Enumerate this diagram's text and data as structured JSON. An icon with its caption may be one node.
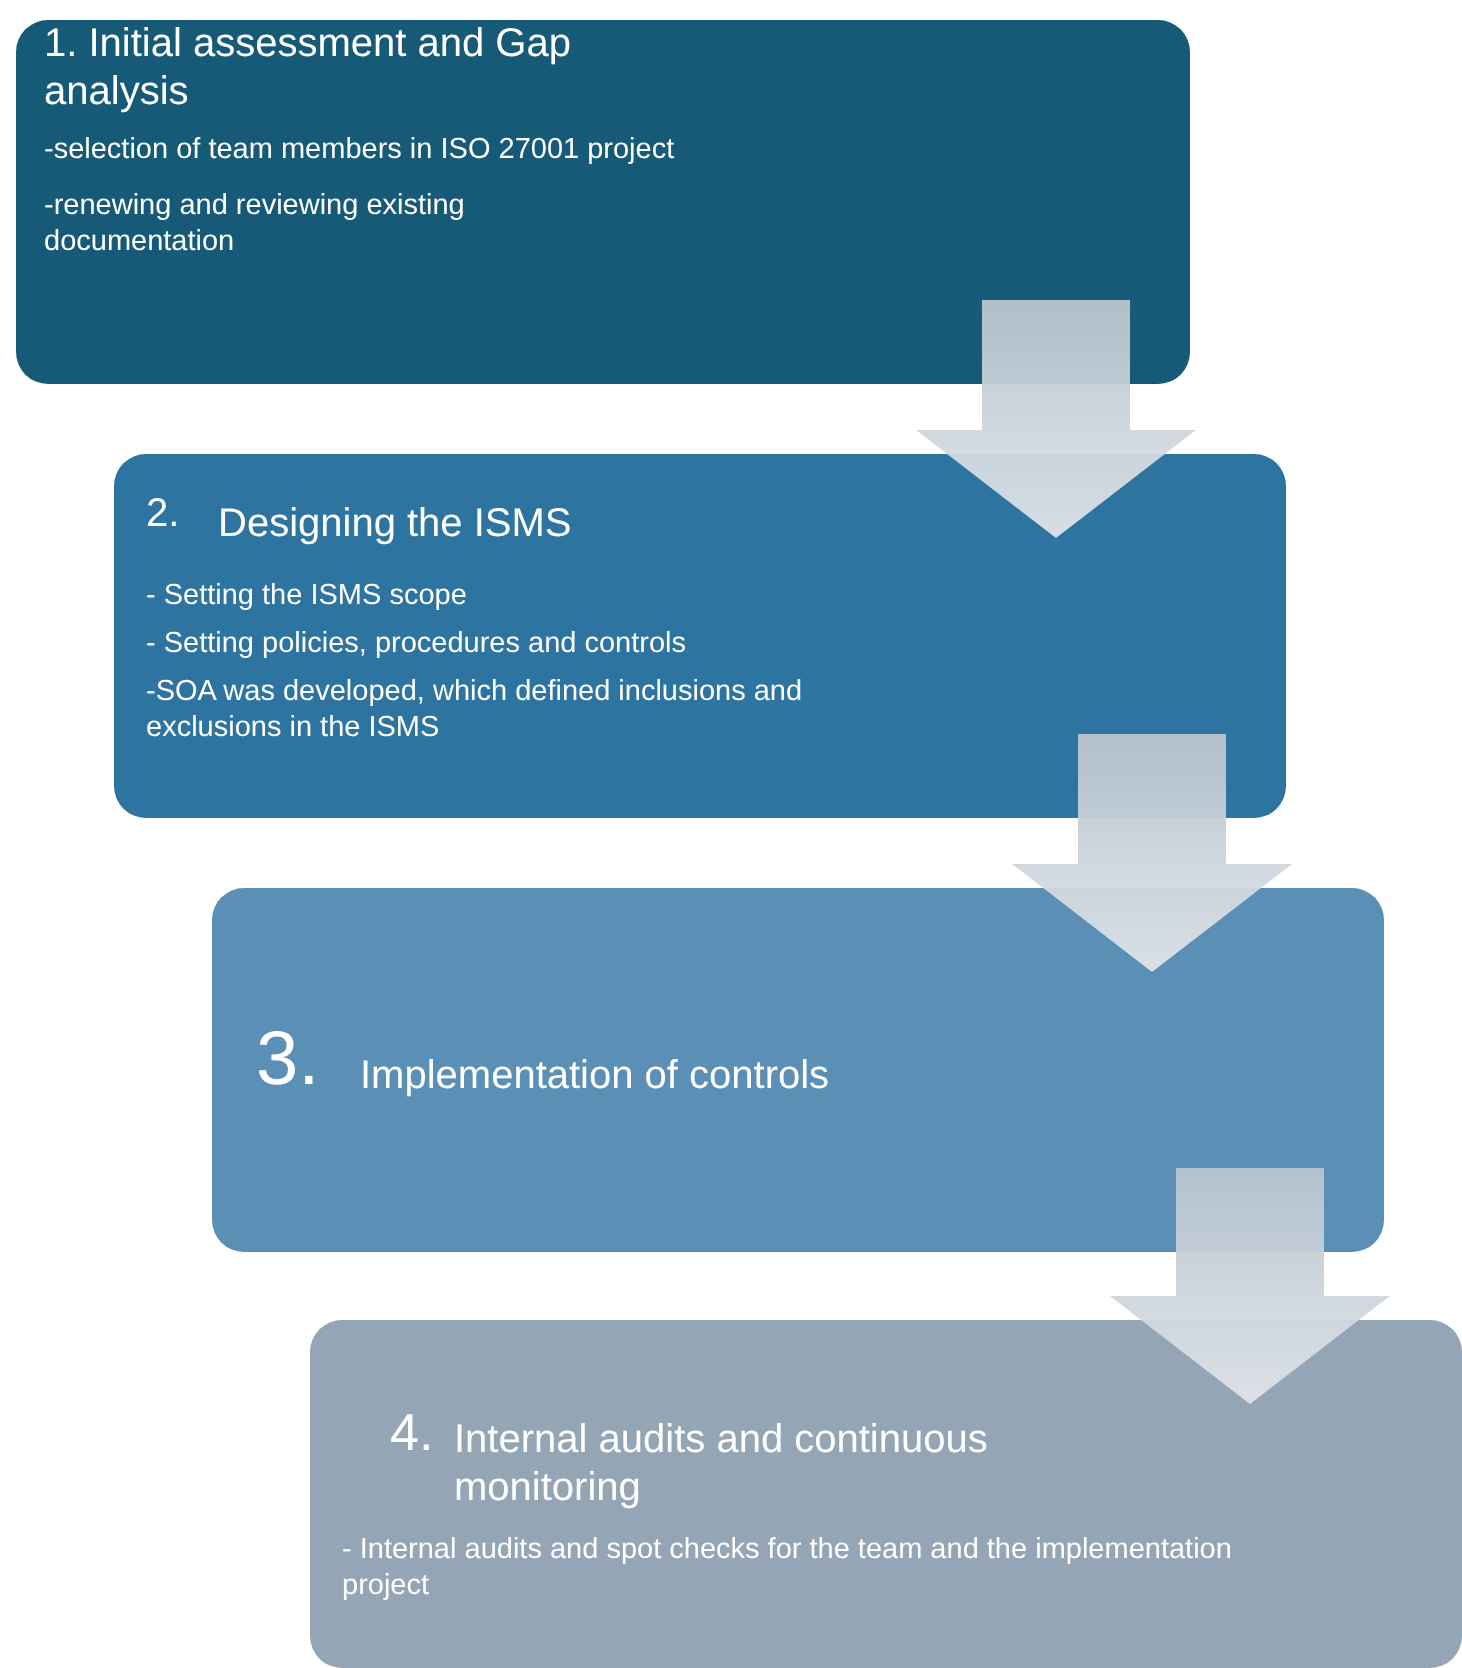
{
  "diagram": {
    "nodes": [
      {
        "text": [
          "1. Initial assessment and Gap analysis",
          "-selection of team members in ISO 27001 project",
          "-renewing and reviewing existing documentation"
        ]
      },
      {
        "text": [
          "2.",
          "Designing the ISMS",
          "- Setting the ISMS scope",
          "- Setting policies, procedures and controls",
          "-SOA was developed, which defined inclusions and exclusions in the ISMS"
        ]
      },
      {
        "text": [
          "3.",
          "Implementation of controls"
        ]
      },
      {
        "text": [
          "4.",
          "Internal audits and continuous monitoring",
          "- Internal audits and spot checks for the team and the implementation project"
        ]
      }
    ],
    "edges": [
      {
        "from": 0,
        "to": 1,
        "arrow": "to"
      },
      {
        "from": 1,
        "to": 2,
        "arrow": "to"
      },
      {
        "from": 2,
        "to": 3,
        "arrow": "to"
      }
    ]
  }
}
